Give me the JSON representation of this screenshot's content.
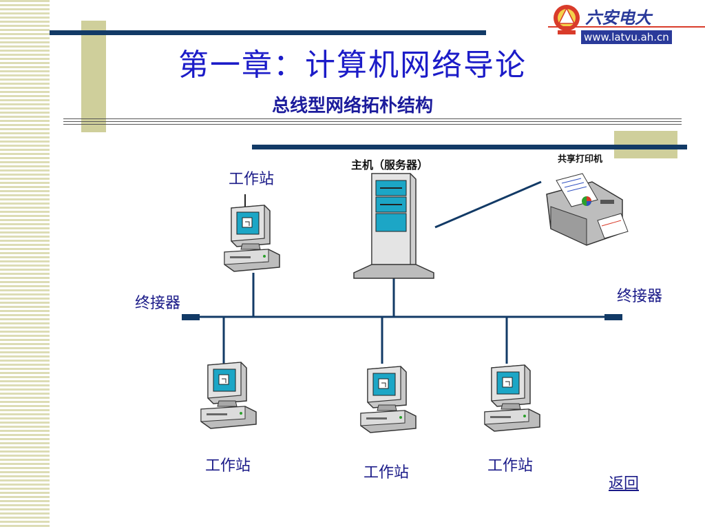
{
  "slide": {
    "title": "第一章：计算机网络导论",
    "subtitle": "总线型网络拓朴结构",
    "back_link": "返回"
  },
  "logo": {
    "name": "六安电大",
    "url": "www.latvu.ah.cn"
  },
  "diagram": {
    "host_label": "主机（服务器）",
    "printer_label": "共享打印机",
    "terminator_left": "终接器",
    "terminator_right": "终接器",
    "workstation_top": "工作站",
    "workstation_bottom_1": "工作站",
    "workstation_bottom_2": "工作站",
    "workstation_bottom_3": "工作站"
  },
  "colors": {
    "navy": "#123a66",
    "olive": "#cfcf9b",
    "title_blue": "#1c1cc8"
  }
}
